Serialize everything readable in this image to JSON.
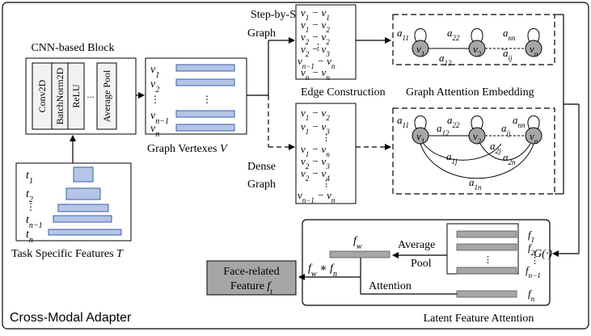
{
  "labels": {
    "cnn_block": "CNN-based Block",
    "conv2d": "Conv2D",
    "batchnorm": "BatchNorm2D",
    "relu": "ReLU",
    "dots": "...",
    "avgpool_layer": "Average Pool",
    "graph_vertexes": "Graph Vertexes",
    "graph_vertexes_sym": "V",
    "task_features": "Task Specific Features",
    "task_features_sym": "T",
    "step_graph_1": "Step-by-Step",
    "step_graph_2": "Graph",
    "dense_graph_1": "Dense",
    "dense_graph_2": "Graph",
    "edge_construction": "Edge Construction",
    "graph_attention": "Graph Attention Embedding",
    "g_function": "G(·)",
    "average_pool_1": "Average",
    "average_pool_2": "Pool",
    "attention": "Attention",
    "f_w": "f",
    "f_w_sub": "w",
    "product": "f",
    "face_feature_1": "Face-related",
    "face_feature_2": "Feature",
    "latent_attention": "Latent Feature Attention",
    "adapter": "Cross-Modal Adapter"
  },
  "task_items": [
    "t1",
    "t2",
    "⋮",
    "tn−1",
    "tn"
  ],
  "vertex_items": [
    "v1",
    "v2",
    "⋮",
    "vn−1",
    "vn"
  ],
  "step_edges": [
    "v1 − v1",
    "v1 − v2",
    "v2 − v2",
    "v2 − v3",
    "⋮",
    "vn−1 − vn",
    "vn − vn"
  ],
  "dense_edges": [
    "v1 − v2",
    "v1 − v3",
    "⋮",
    "v1 − vn",
    "v2 − v3",
    "v2 − v4",
    "⋮",
    "vn−1 − vn"
  ],
  "top_graph": {
    "nodes": [
      "v1",
      "v2",
      "vn"
    ],
    "edges": [
      "a11",
      "a22",
      "ann",
      "a12",
      "aij"
    ]
  },
  "dense_graph": {
    "nodes": [
      "v1",
      "v2",
      "vn"
    ],
    "edges": [
      "a11",
      "a22",
      "ann",
      "a12",
      "aij",
      "a2j",
      "a1j",
      "a2n",
      "a1n"
    ]
  },
  "latent_features": [
    "f1",
    "f2",
    "⋮",
    "fn−1",
    "fn"
  ],
  "colors": {
    "bar_fill": "#b4c5e7",
    "bar_stroke": "#3b5ea8",
    "gray_fill": "#a6a6a6",
    "node_fill": "#a6a6a6",
    "box_fill": "#f2f2f2"
  }
}
